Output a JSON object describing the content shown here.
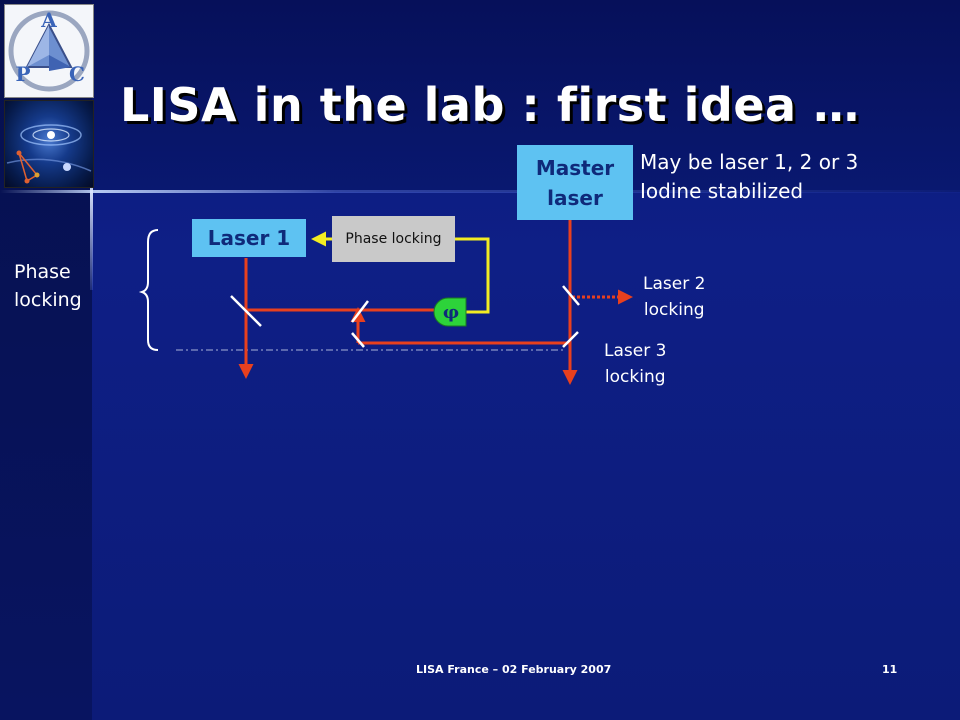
{
  "title": "LISA in the lab : first idea …",
  "logo": {
    "letters": [
      "A",
      "P",
      "C"
    ]
  },
  "diagram": {
    "master_laser_line1": "Master",
    "master_laser_line2": "laser",
    "laser1_label": "Laser 1",
    "phase_locking_box": "Phase locking",
    "phi_symbol": "φ",
    "note_line1": "May be laser 1, 2 or 3",
    "note_line2": "Iodine stabilized",
    "side_label_line1": "Phase",
    "side_label_line2": "locking",
    "laser2_line1": "Laser 2",
    "laser2_line2": "locking",
    "laser3_line1": "Laser 3",
    "laser3_line2": "locking",
    "colors": {
      "beam": "#e8401e",
      "electronic": "#f2ec22",
      "laser_box": "#5ec2f2",
      "phase_box": "#c9c9c9",
      "detector": "#2dd33a"
    }
  },
  "footer": {
    "text": "LISA France – 02 February 2007",
    "page": "11"
  }
}
